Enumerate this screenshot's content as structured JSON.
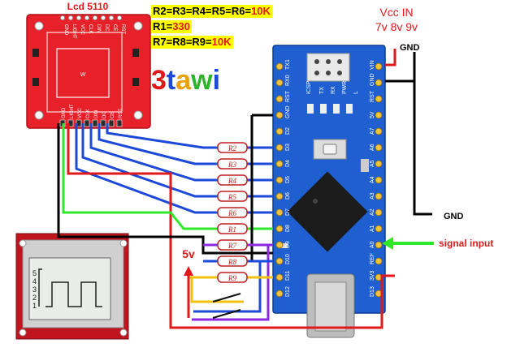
{
  "lcd_title": "Lcd 5110",
  "formulas": [
    {
      "text": "R2=R3=R4=R5=R6=",
      "value": "10K"
    },
    {
      "text": "R1=",
      "value": "330"
    },
    {
      "text": "R7=R8=R9=",
      "value": "10K"
    }
  ],
  "logo": {
    "digit": "3",
    "t": "t",
    "a": "a",
    "w": "w",
    "i": "i"
  },
  "vcc": {
    "title": "Vcc IN",
    "values": "7v 8v 9v"
  },
  "gnd_top": "GND",
  "gnd_right": "GND",
  "five_v": "5v",
  "signal_input": "signal input",
  "resistors": [
    "R2",
    "R3",
    "R4",
    "R5",
    "R6",
    "R1",
    "R7",
    "R8",
    "R9"
  ],
  "lcd_pins_top": [
    "RST",
    "CE",
    "DC",
    "DIN",
    "CLK",
    "VCC",
    "LIGHT",
    "GND"
  ],
  "lcd_pins_bottom": [
    "RST",
    "CE",
    "DC",
    "DIN",
    "CLK",
    "VCC",
    "LIGHT",
    "GND"
  ],
  "nano_left_pins": [
    "TX1",
    "RX0",
    "RST",
    "GND",
    "D2",
    "D3",
    "D4",
    "D5",
    "D6",
    "D7",
    "D8",
    "D9",
    "D10",
    "D11",
    "D12"
  ],
  "nano_right_pins": [
    "VIN",
    "GND",
    "RST",
    "5V",
    "A7",
    "A6",
    "A5",
    "A4",
    "A3",
    "A2",
    "A1",
    "A0",
    "REF",
    "3V3",
    "D13"
  ],
  "nano_labels": [
    "ICSP",
    "TX",
    "RX",
    "PWR",
    "L"
  ],
  "screen_digits": [
    "5",
    "4",
    "3",
    "2",
    "1"
  ],
  "colors": {
    "board_blue": "#1f5fcf",
    "lcd_red": "#e8202a",
    "wire_blue": "#1d49d8",
    "wire_red": "#e01a1a",
    "wire_green": "#2fe82a",
    "wire_purple": "#8a2be2",
    "wire_yellow": "#f2c20a",
    "wire_black": "#000000"
  }
}
